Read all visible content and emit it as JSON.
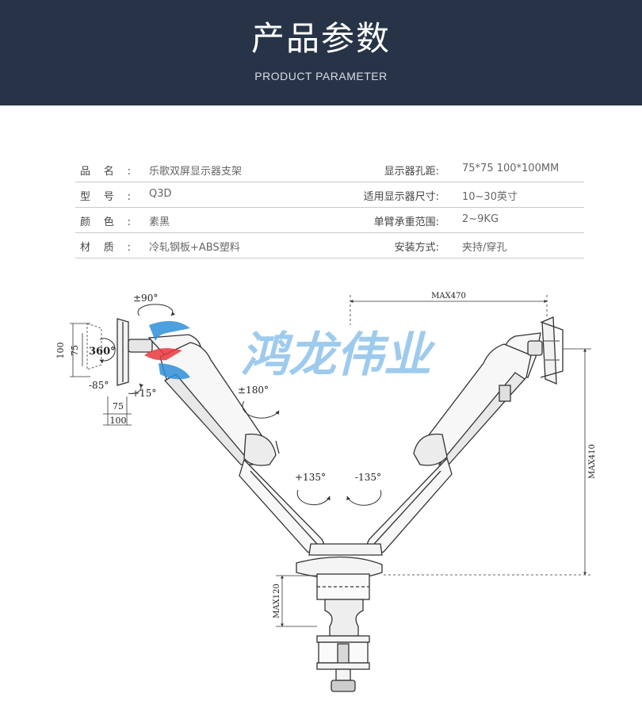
{
  "header": {
    "title": "产品参数",
    "subtitle": "PRODUCT PARAMETER"
  },
  "specs": [
    {
      "left_label": "品名:",
      "left_value": "乐歌双屏显示器支架",
      "right_label": "显示器孔距:",
      "right_value": "75*75 100*100MM"
    },
    {
      "left_label": "型号:",
      "left_value": "Q3D",
      "right_label": "适用显示器尺寸:",
      "right_value": "10~30英寸"
    },
    {
      "left_label": "颜色:",
      "left_value": "素黑",
      "right_label": "单臂承重范围:",
      "right_value": "2~9KG"
    },
    {
      "left_label": "材质:",
      "left_value": "冷轧钢板+ABS塑料",
      "right_label": "安装方式:",
      "right_value": "夹持/穿孔"
    }
  ],
  "diagram": {
    "watermark": "鸿龙伟业",
    "labels": {
      "tilt": "±90°",
      "rotate": "360°",
      "neg85": "-85°",
      "pos15": "+15°",
      "pan180": "±180°",
      "pos135": "+135°",
      "neg135": "-135°",
      "max470": "MAX470",
      "max410": "MAX410",
      "max120": "MAX120",
      "dim100_v": "100",
      "dim75_v": "75",
      "dim75_h": "75",
      "dim100_h": "100"
    }
  },
  "colors": {
    "header_bg": "#273447",
    "watermark": "#2f8fd8"
  }
}
